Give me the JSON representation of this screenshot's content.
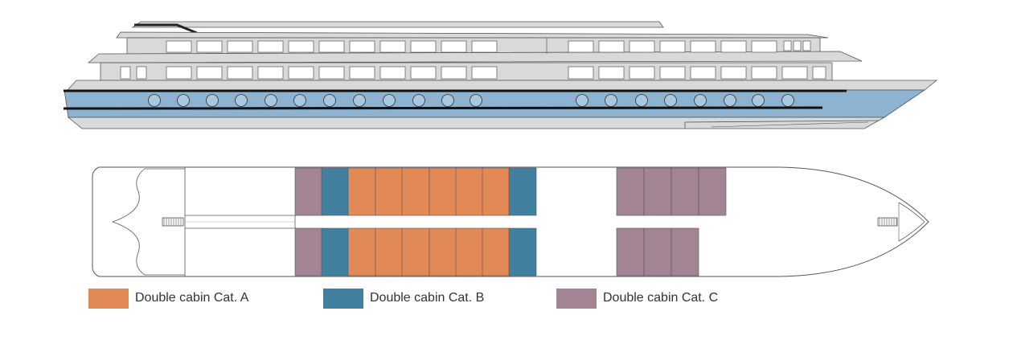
{
  "colors": {
    "cat_a": "#E28A56",
    "cat_b": "#41809F",
    "cat_c": "#A28495",
    "hull_blue": "#8DB3D0",
    "hull_light": "#A9C7DE",
    "superstructure": "#D9D9D9",
    "outline": "#555555"
  },
  "legend": [
    {
      "key": "cat_a",
      "label": "Double cabin Cat. A"
    },
    {
      "key": "cat_b",
      "label": "Double cabin Cat. B"
    },
    {
      "key": "cat_c",
      "label": "Double cabin Cat. C"
    }
  ],
  "deck_plan": {
    "upper_row": [
      "cat_c",
      "cat_b",
      "cat_a",
      "cat_a",
      "cat_a",
      "cat_a",
      "cat_a",
      "cat_a",
      "cat_b",
      "cat_c",
      "cat_c",
      "cat_c",
      "cat_c"
    ],
    "lower_row": [
      "cat_c",
      "cat_b",
      "cat_a",
      "cat_a",
      "cat_a",
      "cat_a",
      "cat_a",
      "cat_a",
      "cat_b",
      "cat_c",
      "cat_c",
      "cat_c"
    ]
  }
}
